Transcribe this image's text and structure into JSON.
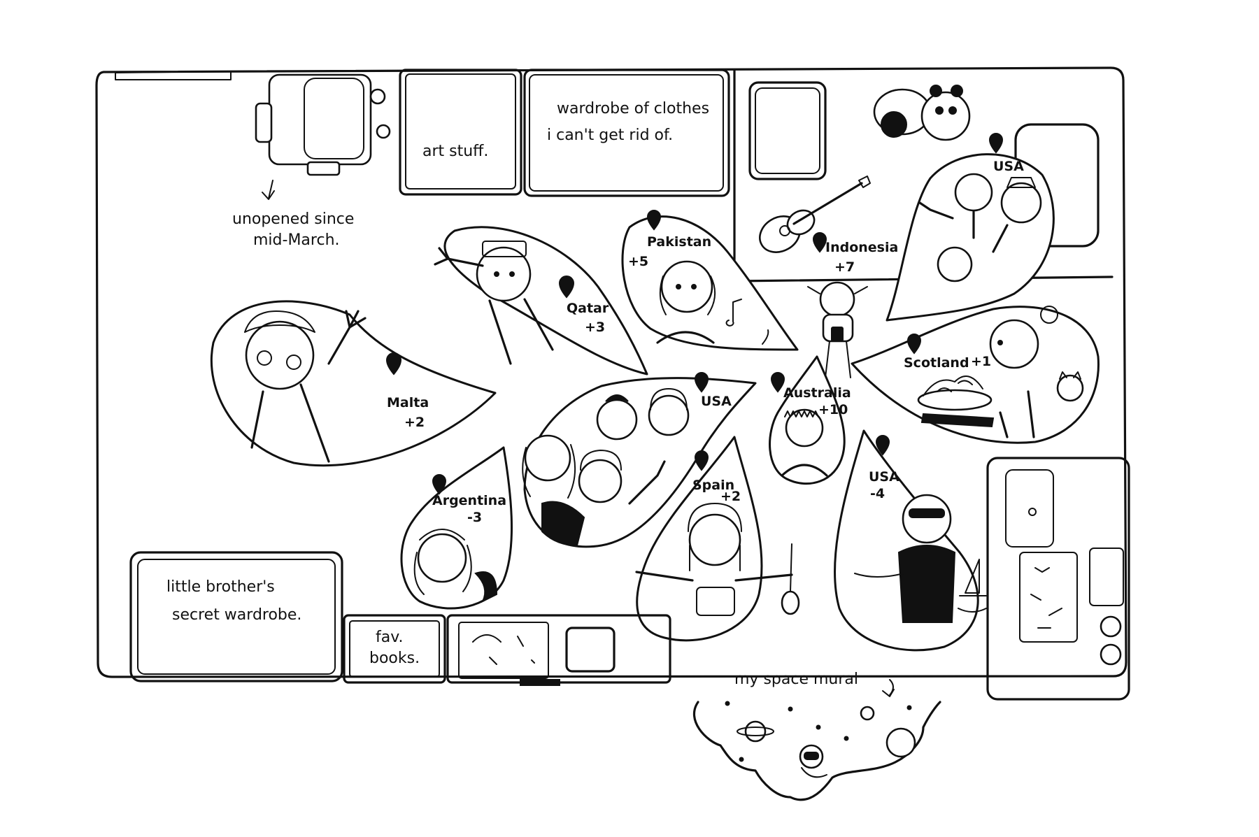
{
  "notes": {
    "art_stuff": "art stuff.",
    "wardrobe_line1": "wardrobe of clothes",
    "wardrobe_line2": "i can't get rid of.",
    "suitcase_line1": "unopened since",
    "suitcase_line2": "mid-March.",
    "brother_line1": "little brother's",
    "brother_line2": "secret wardrobe.",
    "books_line1": "fav.",
    "books_line2": "books.",
    "mural": "my space mural"
  },
  "bubbles": [
    {
      "id": "malta",
      "country": "Malta",
      "offset": "+2"
    },
    {
      "id": "qatar",
      "country": "Qatar",
      "offset": "+3"
    },
    {
      "id": "pakistan",
      "country": "Pakistan",
      "offset": "+5"
    },
    {
      "id": "indonesia",
      "country": "Indonesia",
      "offset": "+7"
    },
    {
      "id": "usa-top",
      "country": "USA",
      "offset": ""
    },
    {
      "id": "scotland",
      "country": "Scotland",
      "offset": "+1"
    },
    {
      "id": "usa-mid",
      "country": "USA",
      "offset": ""
    },
    {
      "id": "australia",
      "country": "Australia",
      "offset": "+10"
    },
    {
      "id": "argentina",
      "country": "Argentina",
      "offset": "-3"
    },
    {
      "id": "spain",
      "country": "Spain",
      "offset": "+2"
    },
    {
      "id": "usa-right",
      "country": "USA",
      "offset": "-4"
    }
  ],
  "icons": {
    "pin": "map-pin-icon",
    "music": "music-note-icon",
    "planet": "planet-icon"
  },
  "colors": {
    "ink": "#111111",
    "paper": "#ffffff"
  }
}
